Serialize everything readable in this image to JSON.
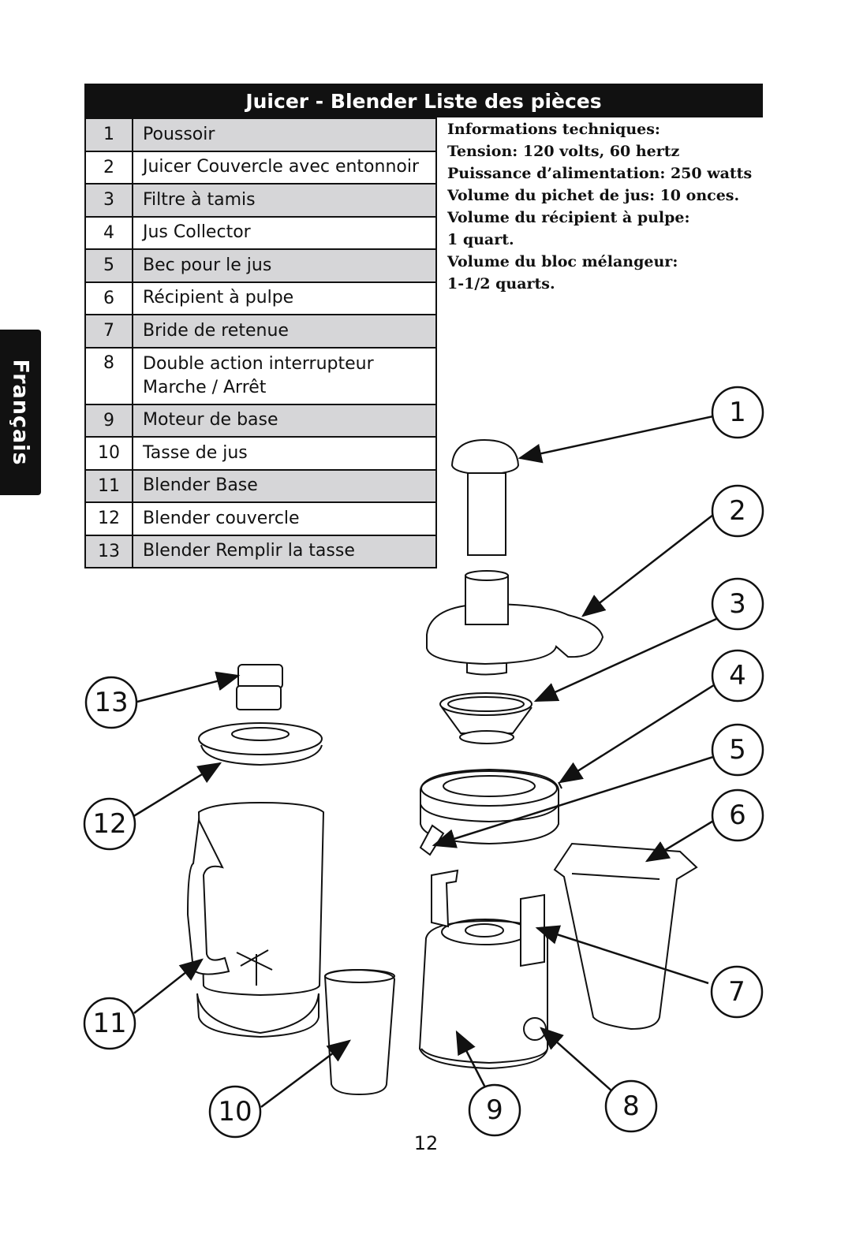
{
  "side_tab": "Français",
  "title": "Juicer - Blender Liste des pièces",
  "parts": [
    {
      "num": "1",
      "name": "Poussoir"
    },
    {
      "num": "2",
      "name": "Juicer Couvercle avec entonnoir"
    },
    {
      "num": "3",
      "name": "Filtre à tamis"
    },
    {
      "num": "4",
      "name": "Jus Collector"
    },
    {
      "num": "5",
      "name": "Bec pour le jus"
    },
    {
      "num": "6",
      "name": "Récipient à pulpe"
    },
    {
      "num": "7",
      "name": "Bride de retenue"
    },
    {
      "num": "8",
      "name": "Double action interrupteur Marche / Arrêt"
    },
    {
      "num": "9",
      "name": "Moteur de base"
    },
    {
      "num": "10",
      "name": "Tasse de jus"
    },
    {
      "num": "11",
      "name": "Blender Base"
    },
    {
      "num": "12",
      "name": "Blender couvercle"
    },
    {
      "num": "13",
      "name": "Blender Remplir la tasse"
    }
  ],
  "tech_info": {
    "heading": "Informations techniques:",
    "lines": [
      "Tension: 120 volts, 60 hertz",
      "Puissance d’alimentation: 250 watts",
      "Volume du pichet de jus: 10 onces.",
      "Volume du récipient à pulpe:",
      "1 quart.",
      "Volume du bloc mélangeur:",
      "1-1/2 quarts."
    ]
  },
  "callouts": [
    "1",
    "2",
    "3",
    "4",
    "5",
    "6",
    "7",
    "8",
    "9",
    "10",
    "11",
    "12",
    "13"
  ],
  "page_number": "12"
}
